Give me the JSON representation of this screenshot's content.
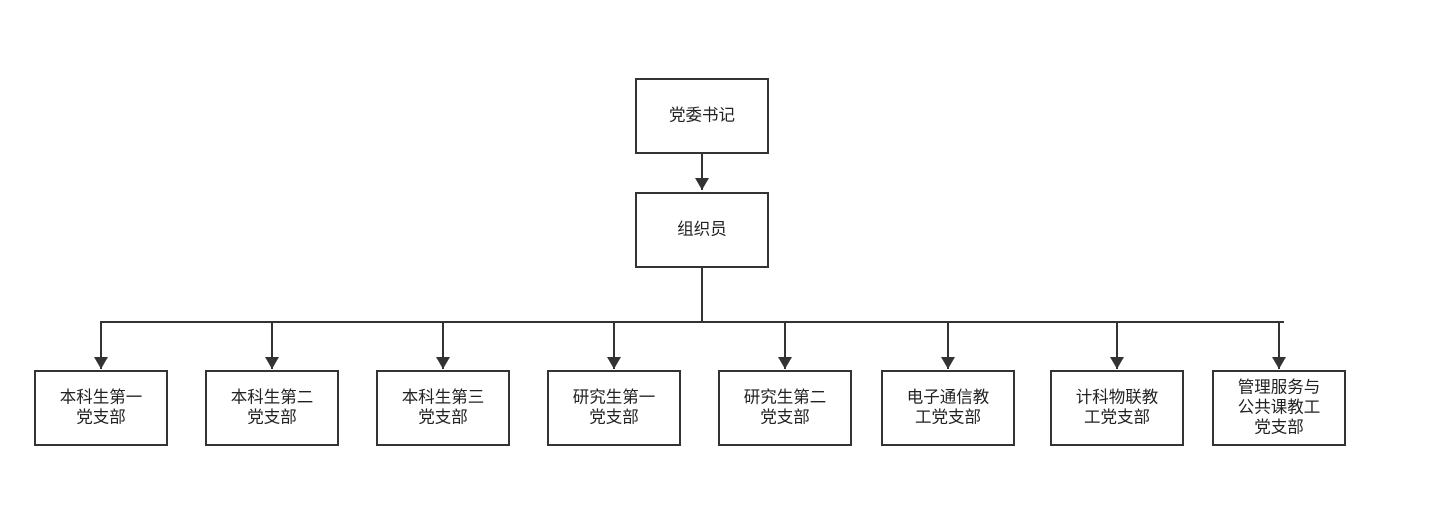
{
  "colors": {
    "line": "#333333",
    "box_border": "#333333",
    "box_fill": "#ffffff",
    "text": "#222222"
  },
  "diagram": {
    "type": "org-chart",
    "root": {
      "label": "党委书记"
    },
    "middle": {
      "label": "组织员"
    },
    "branches": [
      {
        "lines": [
          "本科生第一",
          "党支部"
        ]
      },
      {
        "lines": [
          "本科生第二",
          "党支部"
        ]
      },
      {
        "lines": [
          "本科生第三",
          "党支部"
        ]
      },
      {
        "lines": [
          "研究生第一",
          "党支部"
        ]
      },
      {
        "lines": [
          "研究生第二",
          "党支部"
        ]
      },
      {
        "lines": [
          "电子通信教",
          "工党支部"
        ]
      },
      {
        "lines": [
          "计科物联教",
          "工党支部"
        ]
      },
      {
        "lines": [
          "管理服务与",
          "公共课教工",
          "党支部"
        ]
      }
    ]
  }
}
